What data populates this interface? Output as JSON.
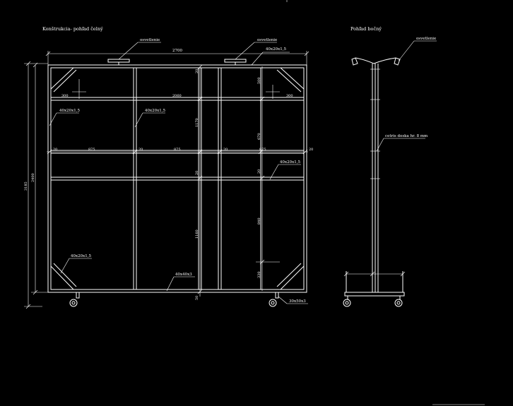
{
  "titles": {
    "front": "Konštrukcia- pohľad čelný",
    "side": "Pohľad bočný"
  },
  "labels": {
    "osvetlenie_1": "osvetlenie",
    "osvetlenie_2": "osvetlenie",
    "osvetlenie_side": "osvetlenie",
    "profile_top": "40x20x1,5",
    "profile_left": "40x20x1,5",
    "profile_mid": "40x20x1,5",
    "profile_right": "40x20x1,5",
    "profile_bottom_left": "40x20x1,5",
    "profile_base": "40x40x3",
    "profile_foot": "30x50x3",
    "cetris": "cetris doska hr. 8 mm"
  },
  "dims": {
    "overall_width": "2700",
    "inner_width": "2060",
    "left_300": "300",
    "right_300": "300",
    "mid_875_left": "875",
    "mid_875_center": "875",
    "mid_875_right": "875",
    "d20_a": "20",
    "d20_b": "20",
    "d20_c": "20",
    "d20_d": "20",
    "d20_top": "20",
    "d20_mid": "20",
    "d20_mid2": "20",
    "v1170": "1170",
    "v500": "500",
    "v670": "670",
    "v1160": "1160",
    "v840": "840",
    "v330": "330",
    "v2400": "2400",
    "v3185": "3185",
    "v50": "50"
  }
}
